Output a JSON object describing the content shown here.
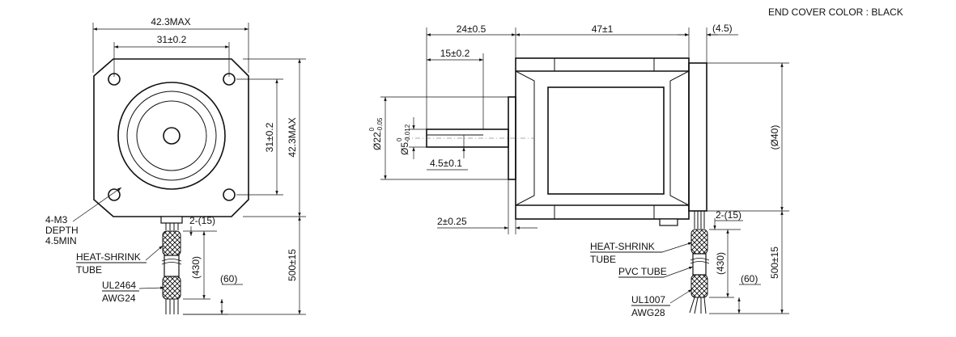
{
  "note": "END COVER COLOR : BLACK",
  "front_view": {
    "overall_width": "42.3MAX",
    "hole_pitch_h": "31±0.2",
    "hole_pitch_v": "31±0.2",
    "overall_height": "42.3MAX",
    "mount_holes": [
      "4-M3",
      "DEPTH",
      "4.5MIN"
    ],
    "wire_end": "2-(15)",
    "tube_len": "(430)",
    "lead_len": "500±15",
    "strip_len": "(60)",
    "heat_shrink": [
      "HEAT-SHRINK",
      "TUBE"
    ],
    "cable": [
      "UL2464",
      "AWG24"
    ]
  },
  "side_view": {
    "shaft_len": "24±0.5",
    "body_len": "47±1",
    "cover_len": "(4.5)",
    "flat_len": "15±0.2",
    "boss_dia_main": "Ø22",
    "boss_dia_sup": "0",
    "boss_dia_sub": "-0.05",
    "shaft_dia_main": "Ø5",
    "shaft_dia_sup": "0",
    "shaft_dia_sub": "-0.012",
    "flat_depth": "4.5±0.1",
    "boss_height": "2±0.25",
    "body_dia": "(Ø40)",
    "wire_end": "2-(15)",
    "tube_len": "(430)",
    "lead_len": "500±15",
    "strip_len": "(60)",
    "heat_shrink": [
      "HEAT-SHRINK",
      "TUBE"
    ],
    "pvc": "PVC TUBE",
    "cable": [
      "UL1007",
      "AWG28"
    ]
  }
}
